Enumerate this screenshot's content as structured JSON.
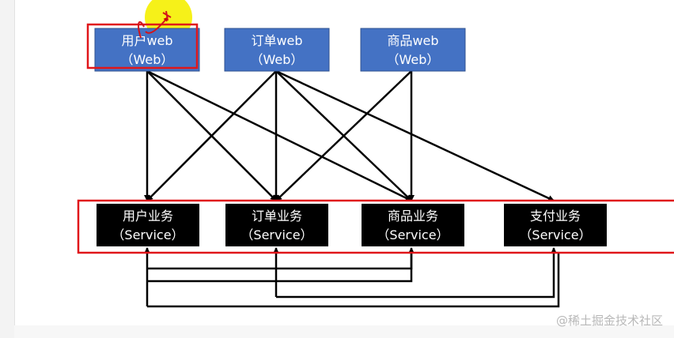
{
  "web_nodes": [
    {
      "name": "用户web",
      "sub": "（Web）"
    },
    {
      "name": "订单web",
      "sub": "（Web）"
    },
    {
      "name": "商品web",
      "sub": "（Web）"
    }
  ],
  "service_nodes": [
    {
      "name": "用户业务",
      "sub": "（Service）"
    },
    {
      "name": "订单业务",
      "sub": "（Service）"
    },
    {
      "name": "商品业务",
      "sub": "（Service）"
    },
    {
      "name": "支付业务",
      "sub": "（Service）"
    }
  ],
  "watermark": "@稀土掘金技术社区",
  "colors": {
    "web_fill": "#4472c4",
    "service_fill": "#000000",
    "highlight_red": "#e0161a",
    "arrow": "#000000"
  }
}
